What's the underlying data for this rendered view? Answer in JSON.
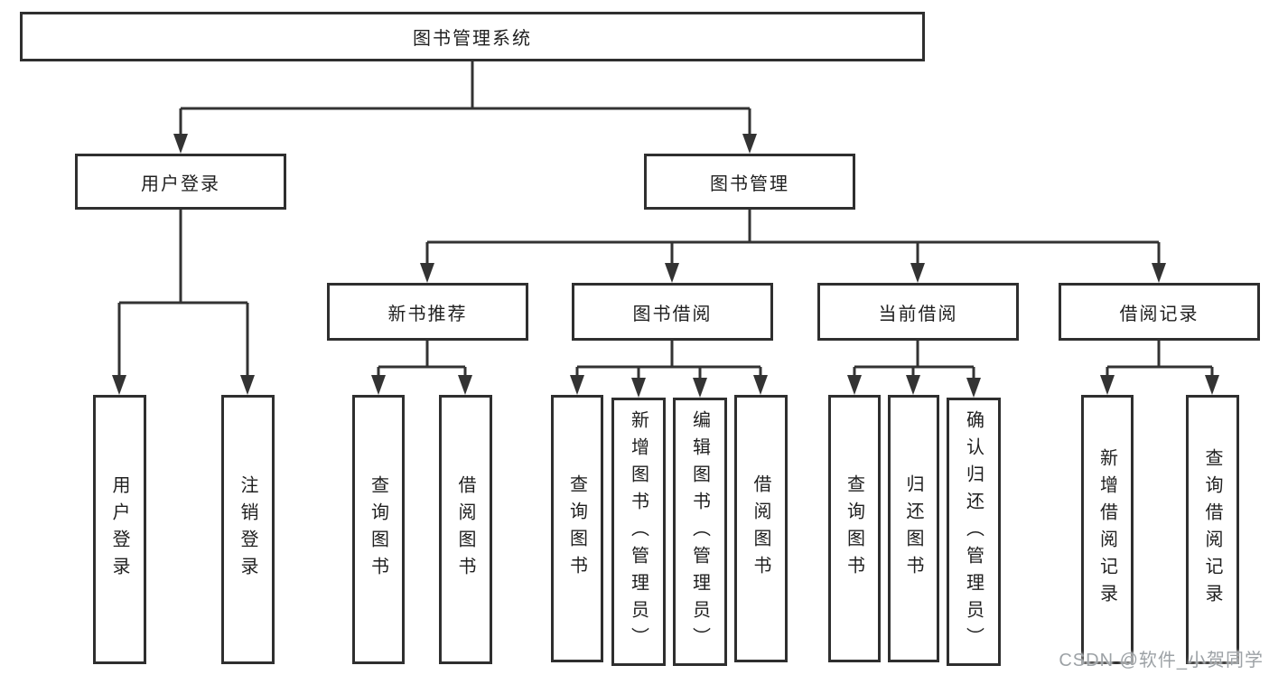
{
  "diagram_title": "图书管理系统",
  "nodes": [
    {
      "id": "root",
      "label": "图书管理系统"
    },
    {
      "id": "user-login",
      "label": "用户登录"
    },
    {
      "id": "book-management",
      "label": "图书管理"
    },
    {
      "id": "new-book-rec",
      "label": "新书推荐"
    },
    {
      "id": "book-borrowing",
      "label": "图书借阅"
    },
    {
      "id": "current-borrowing",
      "label": "当前借阅"
    },
    {
      "id": "borrowing-records",
      "label": "借阅记录"
    },
    {
      "id": "leaf-user-login",
      "label": "用户登录"
    },
    {
      "id": "leaf-logout",
      "label": "注销登录"
    },
    {
      "id": "leaf-nbr-query",
      "label": "查询图书"
    },
    {
      "id": "leaf-nbr-borrow",
      "label": "借阅图书"
    },
    {
      "id": "leaf-bb-query",
      "label": "查询图书"
    },
    {
      "id": "leaf-bb-add",
      "label": "新增图书（管理员）"
    },
    {
      "id": "leaf-bb-edit",
      "label": "编辑图书（管理员）"
    },
    {
      "id": "leaf-bb-borrow",
      "label": "借阅图书"
    },
    {
      "id": "leaf-cb-query",
      "label": "查询图书"
    },
    {
      "id": "leaf-cb-return",
      "label": "归还图书"
    },
    {
      "id": "leaf-cb-confirm",
      "label": "确认归还（管理员）"
    },
    {
      "id": "leaf-br-add",
      "label": "新增借阅记录"
    },
    {
      "id": "leaf-br-query",
      "label": "查询借阅记录"
    }
  ],
  "watermark": "CSDN @软件_小贺同学",
  "colors": {
    "line": "#333333",
    "border": "#2f2f2f",
    "text": "#1f1f1f",
    "watermark": "#9da2a6",
    "background": "#ffffff"
  }
}
